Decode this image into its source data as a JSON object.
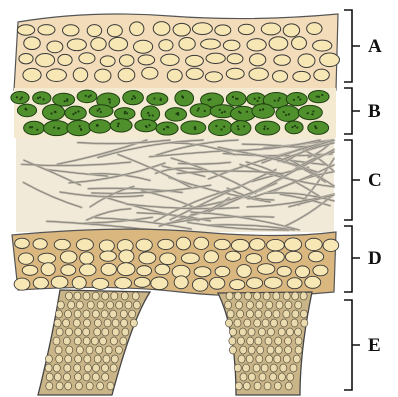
{
  "labels": {
    "A": "A",
    "B": "B",
    "C": "C",
    "D": "D",
    "E": "E"
  },
  "colors": {
    "upper_cortex": "#f3dcb9",
    "cell_fill": "#f7e7b4",
    "algae": "#4f8f2c",
    "algae_dot": "#1f3f12",
    "medulla": "#f2ead9",
    "hypha": "#b8b3a8",
    "lower_cortex": "#d9b77f",
    "rhizine": "#c9b587",
    "outline": "#3a3a3a"
  }
}
